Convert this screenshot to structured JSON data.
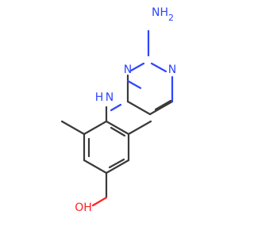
{
  "diagram": {
    "atoms": {
      "amine_top": "NH",
      "amine_top_sub": "2",
      "pyrimidine_n_top": "N",
      "pyrimidine_n_left": "N",
      "bridge_nh": "H",
      "bridge_n": "N",
      "hydroxyl": "OH"
    },
    "colors": {
      "carbon_bond": "#3a3a3a",
      "nitrogen": "#2f46ff",
      "oxygen": "#ff1f1f",
      "background": "#ffffff"
    }
  }
}
